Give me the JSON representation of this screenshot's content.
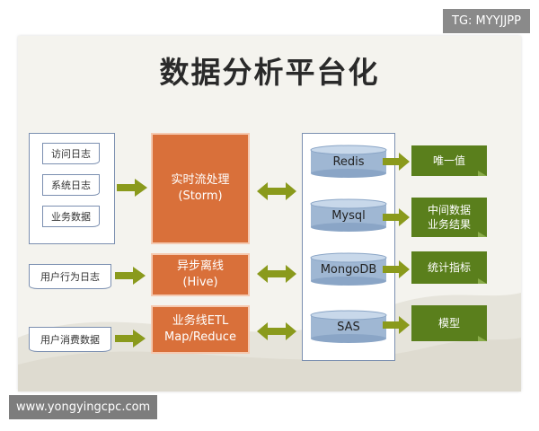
{
  "watermark_top": "TG: MYYJJPP",
  "watermark_bottom": "www.yongyingcpc.com",
  "title": "数据分析平台化",
  "sources": {
    "group_docs": [
      "访问日志",
      "系统日志",
      "业务数据"
    ],
    "behavior_log": "用户行为日志",
    "consumption_data": "用户消费数据"
  },
  "processing": {
    "realtime": {
      "line1": "实时流处理",
      "line2": "(Storm)"
    },
    "offline": {
      "line1": "异步离线",
      "line2": "(Hive)"
    },
    "etl": {
      "line1": "业务线ETL",
      "line2": "Map/Reduce"
    }
  },
  "storage": [
    "Redis",
    "Mysql",
    "MongoDB",
    "SAS"
  ],
  "results": {
    "r1": {
      "line1": "唯一值",
      "line2": ""
    },
    "r2": {
      "line1": "中间数据",
      "line2": "业务结果"
    },
    "r3": {
      "line1": "统计指标",
      "line2": ""
    },
    "r4": {
      "line1": "模型",
      "line2": ""
    }
  },
  "colors": {
    "process_orange": "#d9703a",
    "result_green": "#5a7f1c",
    "arrow_olive": "#8a9a1c",
    "cylinder_blue": "#9fb7d3"
  }
}
